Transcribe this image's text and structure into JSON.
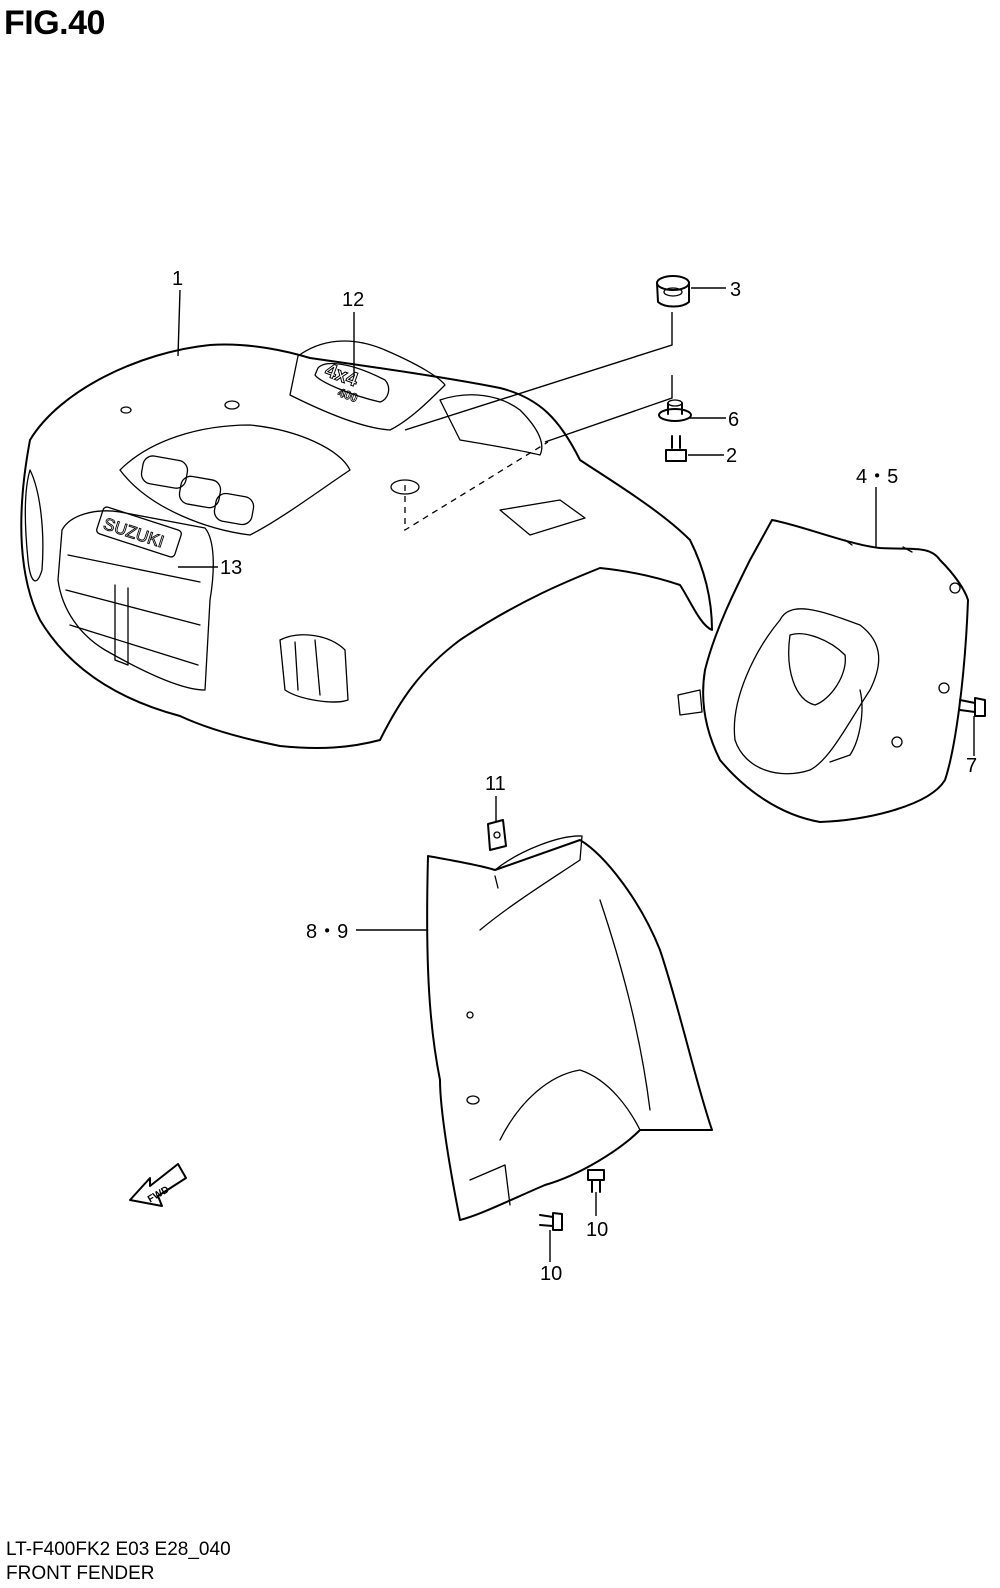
{
  "figure": {
    "title": "FIG.40",
    "model_code": "LT-F400FK2 E03 E28_040",
    "section_name": "FRONT FENDER"
  },
  "callouts": {
    "c1": "1",
    "c12": "12",
    "c3": "3",
    "c6": "6",
    "c2": "2",
    "c45": "4・5",
    "c13": "13",
    "c7": "7",
    "c11": "11",
    "c89": "8・9",
    "c10a": "10",
    "c10b": "10"
  },
  "logos": {
    "brand": "SUZUKI",
    "badge_top": "4x4",
    "badge_bottom": "400",
    "direction": "FWD"
  }
}
